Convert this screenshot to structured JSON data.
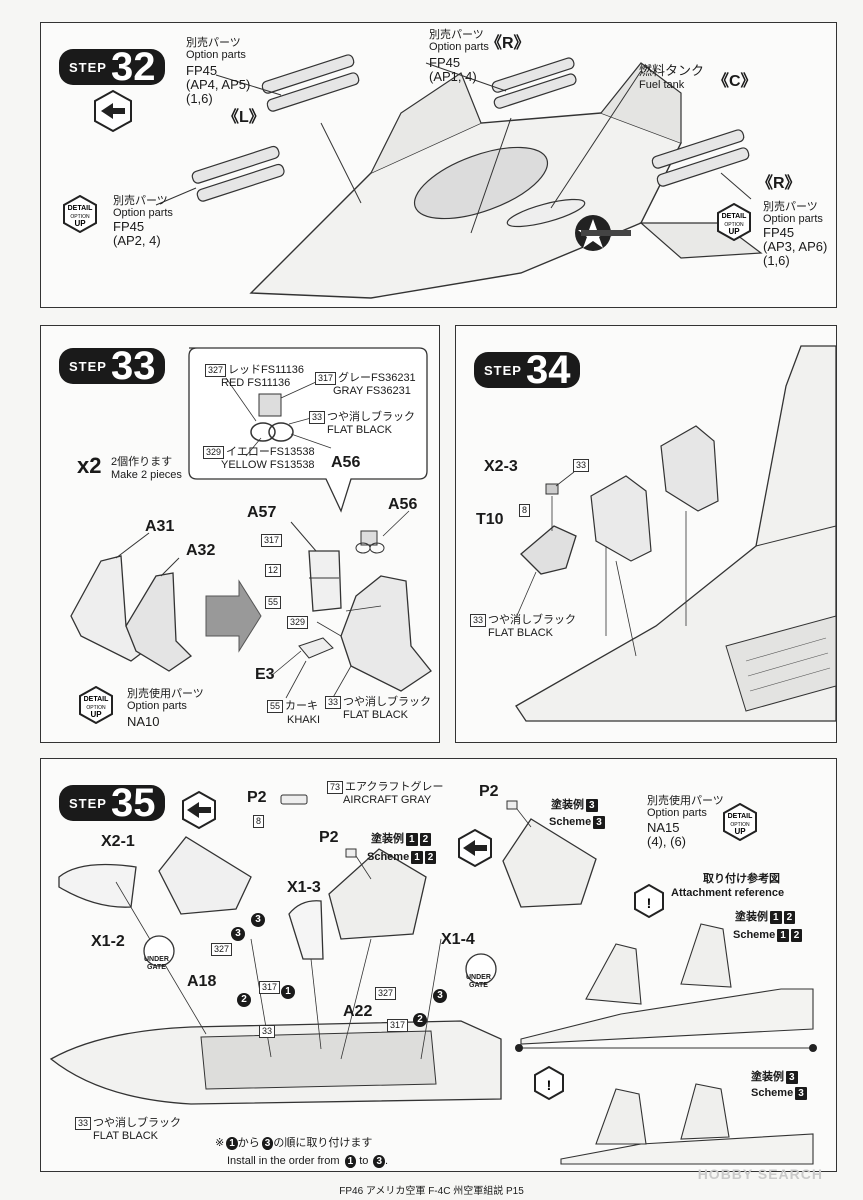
{
  "step32": {
    "step_label": "STEP",
    "step_number": "32",
    "callouts": [
      {
        "jp": "別売パーツ",
        "en": "Option parts",
        "part": "FP45",
        "codes": "(AP4, AP5)",
        "nums": "(1,6)"
      },
      {
        "jp": "別売パーツ",
        "en": "Option parts",
        "part": "FP45",
        "codes": "(AP1, 4)",
        "side": "《R》"
      },
      {
        "jp": "別売パーツ",
        "en": "Option parts",
        "part": "FP45",
        "codes": "(AP2, 4)",
        "side": "《L》"
      },
      {
        "jp": "別売パーツ",
        "en": "Option parts",
        "part": "FP45",
        "codes": "(AP3, AP6)",
        "nums": "(1,6)",
        "side": "《R》"
      }
    ],
    "fuel_tank_jp": "燃料タンク",
    "fuel_tank_en": "Fuel tank",
    "fuel_tank_side": "《C》",
    "badge": {
      "top": "DETAIL",
      "mid": "OPTION",
      "bot": "UP"
    }
  },
  "step33": {
    "step_label": "STEP",
    "step_number": "33",
    "paint": [
      {
        "code": "327",
        "jp": "レッドFS11136",
        "en": "RED FS11136"
      },
      {
        "code": "317",
        "jp": "グレーFS36231",
        "en": "GRAY FS36231"
      },
      {
        "code": "33",
        "jp": "つや消しブラック",
        "en": "FLAT BLACK"
      },
      {
        "code": "329",
        "jp": "イエローFS13538",
        "en": "YELLOW FS13538"
      }
    ],
    "inset_part": "A56",
    "qty": "x2",
    "qty_jp": "2個作ります",
    "qty_en": "Make 2 pieces",
    "parts": [
      "A31",
      "A32",
      "A57",
      "A56",
      "E3"
    ],
    "codes": [
      "317",
      "12",
      "55",
      "329"
    ],
    "khaki_code": "55",
    "khaki_jp": "カーキ",
    "khaki_en": "KHAKI",
    "black_code": "33",
    "black_jp": "つや消しブラック",
    "black_en": "FLAT BLACK",
    "option_jp": "別売使用パーツ",
    "option_en": "Option parts",
    "option_part": "NA10"
  },
  "step34": {
    "step_label": "STEP",
    "step_number": "34",
    "parts": [
      "X2-3",
      "T10"
    ],
    "codes": [
      "33",
      "8"
    ],
    "black_code": "33",
    "black_jp": "つや消しブラック",
    "black_en": "FLAT BLACK"
  },
  "step35": {
    "step_label": "STEP",
    "step_number": "35",
    "p2_left": "P2",
    "p2_left_code": "8",
    "aircraft_gray_code": "73",
    "aircraft_gray_jp": "エアクラフトグレー",
    "aircraft_gray_en": "AIRCRAFT GRAY",
    "p2_mid": "P2",
    "scheme12_jp": "塗装例",
    "scheme12_en": "Scheme",
    "n1": "1",
    "n2": "2",
    "n3": "3",
    "p2_right": "P2",
    "scheme3_jp": "塗装例",
    "scheme3_en": "Scheme",
    "option_jp": "別売使用パーツ",
    "option_en": "Option parts",
    "option_part": "NA15",
    "option_nums": "(4), (6)",
    "parts": [
      "X2-1",
      "X1-2",
      "X1-3",
      "X1-4",
      "A18",
      "A22"
    ],
    "codes": [
      "327",
      "317",
      "33",
      "327",
      "317"
    ],
    "under_gate_top": "UNDER",
    "under_gate_bot": "GATE",
    "attach_jp": "取り付け参考図",
    "attach_en": "Attachment reference",
    "black_code": "33",
    "black_jp": "つや消しブラック",
    "black_en": "FLAT BLACK",
    "order_jp_a": "※",
    "order_jp_b": "から",
    "order_jp_c": "の順に取り付けます",
    "order_en_a": "Install in the order from",
    "order_en_b": "to",
    "order_en_c": "."
  },
  "footer": "FP46 アメリカ空軍 F-4C 州空軍組説 P15",
  "watermark": "HOBBY SEARCH"
}
